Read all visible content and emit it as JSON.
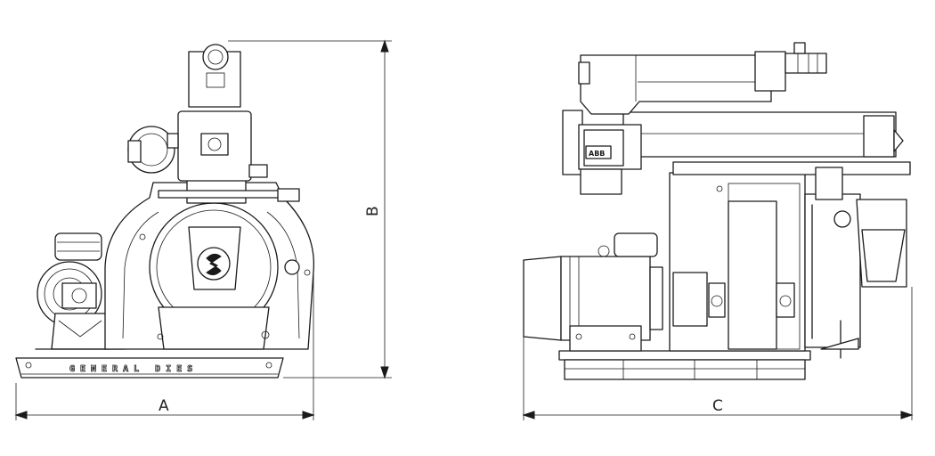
{
  "dimensions": {
    "width_label": "A",
    "height_label": "B",
    "length_label": "C"
  },
  "front_view": {
    "base_brand": "GENERAL DIES"
  },
  "side_view": {
    "motor_badge": "ABB"
  },
  "colors": {
    "line": "#1a1a1a",
    "background": "#ffffff"
  }
}
